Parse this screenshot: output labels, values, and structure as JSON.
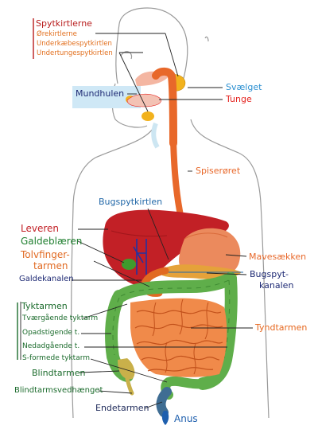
{
  "colors": {
    "salivary_red": "#b81d1d",
    "salivary_orange": "#e2701f",
    "pharynx_blue": "#2a8fd1",
    "tongue_red": "#e4231f",
    "esophagus_orange": "#e8682a",
    "pancreas_blue": "#2268a8",
    "liver_red": "#c22026",
    "gall_green": "#1f7f2f",
    "duodenum_orange": "#e16a22",
    "bile_navy": "#1e2a74",
    "colon_green": "#1b6b2c",
    "small_int_orange": "#e6671e",
    "anus_blue": "#1e5fae",
    "rectum_navy": "#1e2a5a"
  },
  "labels": {
    "salivary_glands": "Spytkirtlerne",
    "parotid": "Ørekirtlerne",
    "submandibular": "Underkæbespytkirtlen",
    "sublingual": "Undertungespytkirtlen",
    "oral_cavity": "Mundhulen",
    "pharynx": "Svælget",
    "tongue": "Tunge",
    "esophagus": "Spiserøret",
    "pancreas": "Bugspytkirtlen",
    "liver": "Leveren",
    "gallbladder": "Galdeblæren",
    "duodenum_1": "Tolvfinger-",
    "duodenum_2": "tarmen",
    "bile_duct": "Galdekanalen",
    "stomach": "Mavesækken",
    "pancreatic_duct_1": "Bugspyt-",
    "pancreatic_duct_2": "kanalen",
    "colon": "Tyktarmen",
    "transverse": "Tværgående tyktarm",
    "ascending": "Opadstigende t.",
    "descending": "Nedadgående t.",
    "sigmoid": "S-formede tyktarm",
    "small_intestine": "Tyndtarmen",
    "cecum": "Blindtarmen",
    "appendix": "Blindtarmsvedhænget",
    "rectum": "Endetarmen",
    "anus": "Anus"
  }
}
